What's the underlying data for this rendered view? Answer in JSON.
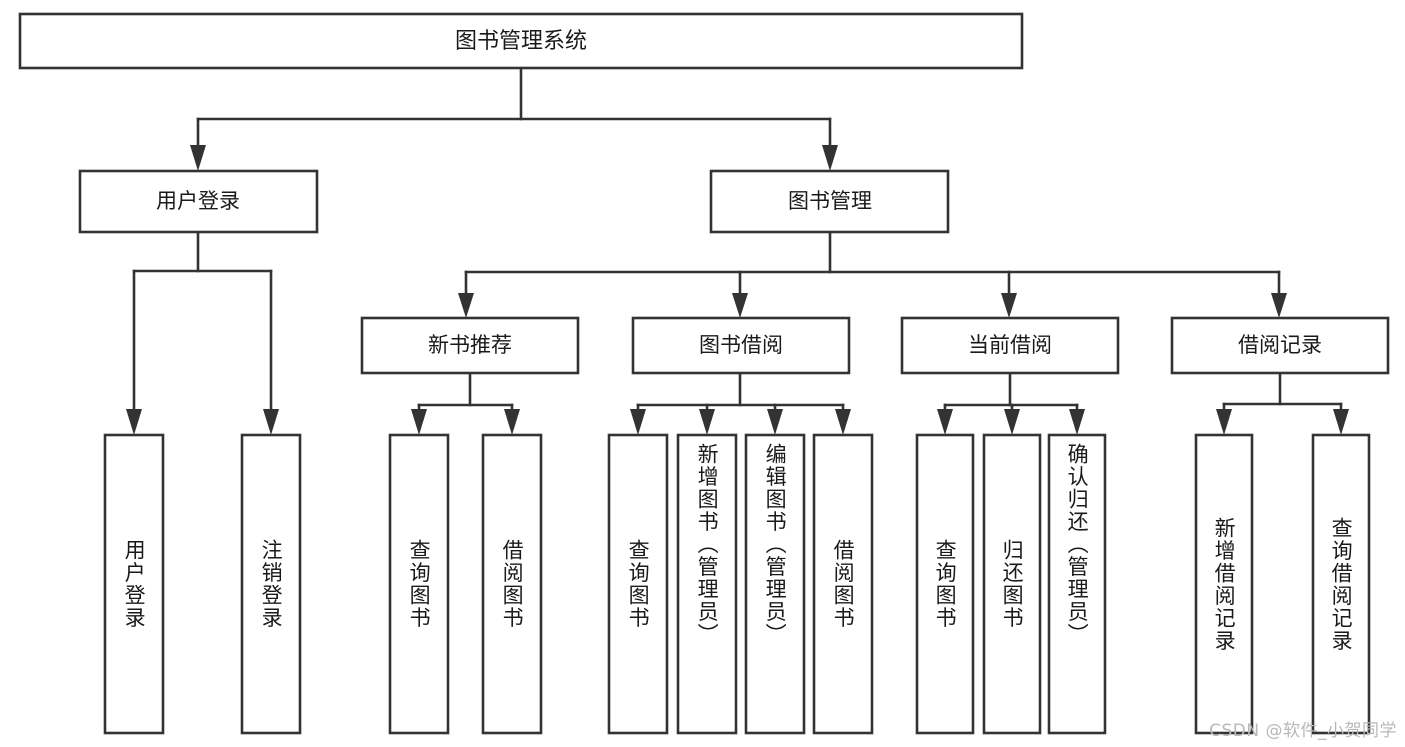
{
  "diagram": {
    "type": "hierarchy-tree",
    "title": "图书管理系统",
    "watermark": "CSDN @软件_小贺同学",
    "colors": {
      "stroke": "#333333",
      "box_fill": "#ffffff",
      "text": "#1a1a1a",
      "watermark": "#b8b8b8",
      "background": "#ffffff"
    },
    "root": {
      "label": "图书管理系统"
    },
    "level2": [
      {
        "id": "user-login",
        "label": "用户登录"
      },
      {
        "id": "book-manage",
        "label": "图书管理"
      }
    ],
    "level3": [
      {
        "id": "new-book-recommend",
        "label": "新书推荐",
        "parent": "book-manage"
      },
      {
        "id": "book-borrow",
        "label": "图书借阅",
        "parent": "book-manage"
      },
      {
        "id": "current-borrow",
        "label": "当前借阅",
        "parent": "book-manage"
      },
      {
        "id": "borrow-record",
        "label": "借阅记录",
        "parent": "book-manage"
      }
    ],
    "leaves": [
      {
        "id": "leaf-user-login",
        "label": "用户登录",
        "parent": "user-login"
      },
      {
        "id": "leaf-logout",
        "label": "注销登录",
        "parent": "user-login"
      },
      {
        "id": "leaf-query-book-1",
        "label": "查询图书",
        "parent": "new-book-recommend"
      },
      {
        "id": "leaf-borrow-book-1",
        "label": "借阅图书",
        "parent": "new-book-recommend"
      },
      {
        "id": "leaf-query-book-2",
        "label": "查询图书",
        "parent": "book-borrow"
      },
      {
        "id": "leaf-add-book",
        "label": "新增图书（管理员）",
        "parent": "book-borrow"
      },
      {
        "id": "leaf-edit-book",
        "label": "编辑图书（管理员）",
        "parent": "book-borrow"
      },
      {
        "id": "leaf-borrow-book-2",
        "label": "借阅图书",
        "parent": "book-borrow"
      },
      {
        "id": "leaf-query-book-3",
        "label": "查询图书",
        "parent": "current-borrow"
      },
      {
        "id": "leaf-return-book",
        "label": "归还图书",
        "parent": "current-borrow"
      },
      {
        "id": "leaf-confirm-return",
        "label": "确认归还（管理员）",
        "parent": "current-borrow"
      },
      {
        "id": "leaf-add-record",
        "label": "新增借阅记录",
        "parent": "borrow-record"
      },
      {
        "id": "leaf-query-record",
        "label": "查询借阅记录",
        "parent": "borrow-record"
      }
    ]
  }
}
